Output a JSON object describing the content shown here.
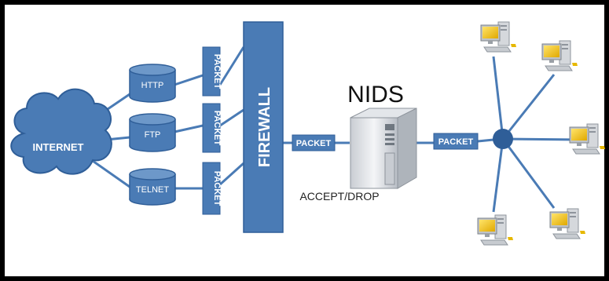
{
  "title": "NIDS",
  "labels": {
    "internet": "INTERNET",
    "firewall": "FIREWALL",
    "accept_drop": "ACCEPT/DROP"
  },
  "services": [
    {
      "name": "HTTP",
      "packet": "PACKET"
    },
    {
      "name": "FTP",
      "packet": "PACKET"
    },
    {
      "name": "TELNET",
      "packet": "PACKET"
    }
  ],
  "packets": {
    "firewall_to_nids": "PACKET",
    "nids_to_hub": "PACKET"
  },
  "colors": {
    "primary_blue": "#4a7bb5",
    "dark_blue": "#2f5e98",
    "light_blue": "#a9c1de",
    "frame": "#000000",
    "monitor_screen": "#f2c21a"
  },
  "icons": {
    "cloud": "internet-cloud-icon",
    "cylinder": "database-cylinder-icon",
    "server": "server-tower-icon",
    "computer": "desktop-computer-icon",
    "hub": "network-hub-icon"
  }
}
